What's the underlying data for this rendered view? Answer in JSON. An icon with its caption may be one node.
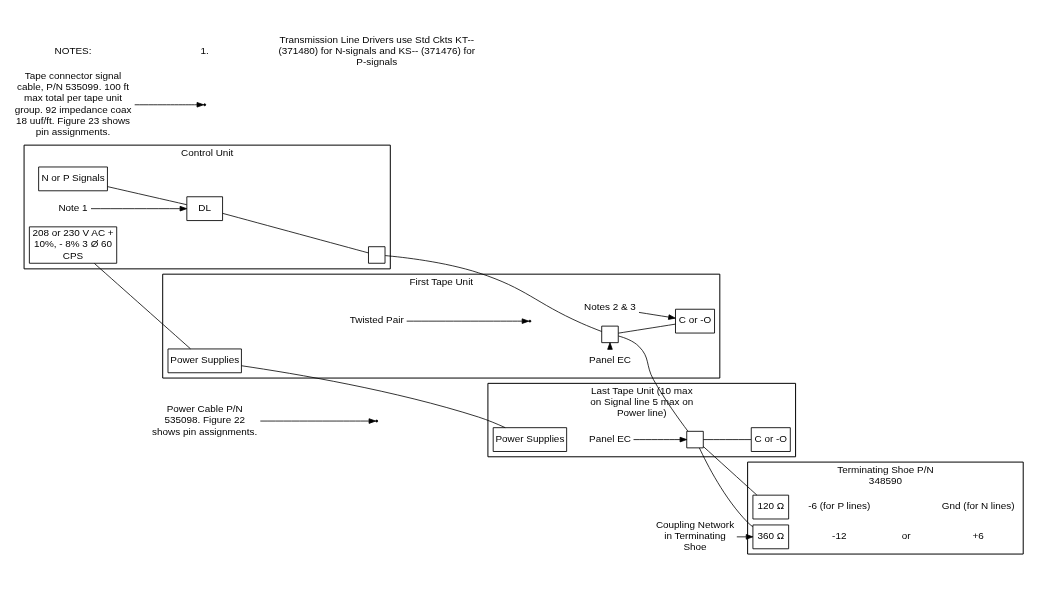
{
  "diagram": {
    "nodes": [
      {
        "text": [
          "Control Unit"
        ]
      },
      {
        "text": [
          "208 or 230 V AC + 10%, - 8% 3 Ø 60 CPS"
        ],
        "in": 0
      },
      {
        "text": [
          "N or P Signals"
        ],
        "in": 0
      },
      {
        "text": [
          "DL"
        ],
        "in": 0
      },
      {
        "text": [
          "Note 1"
        ],
        "in": 0
      },
      {
        "text": [],
        "shape": "box",
        "in": 0
      },
      {
        "text": [
          "First Tape Unit"
        ]
      },
      {
        "text": [
          "Power Supplies"
        ],
        "in": 6
      },
      {
        "text": [
          "Notes 2 & 3"
        ],
        "in": 6
      },
      {
        "text": [
          "C or -O"
        ],
        "in": 6
      },
      {
        "text": [
          "Twisted Pair"
        ],
        "in": 6
      },
      {
        "text": [],
        "shape": "box",
        "in": 6
      },
      {
        "text": [
          "Panel EC"
        ],
        "in": 6
      },
      {
        "text": [
          "Last Tape Unit (10 max on Signal line 5 max on Power line)"
        ]
      },
      {
        "text": [
          "Power Supplies"
        ],
        "in": 13
      },
      {
        "text": [
          "C or -O"
        ],
        "in": 13
      },
      {
        "text": [],
        "shape": "box",
        "in": 13
      },
      {
        "text": [
          "Panel EC"
        ],
        "in": 13
      },
      {
        "text": [
          "Power Cable P/N 535098. Figure 22 shows pin assignments."
        ]
      },
      {
        "text": [
          "Terminating Shoe P/N 348590"
        ]
      },
      {
        "text": [
          "360 Ω"
        ],
        "in": 19
      },
      {
        "text": [
          "120 Ω"
        ],
        "in": 19
      },
      {
        "text": [
          "Tape connector signal cable, P/N 535099. 100 ft max total per tape unit group. 92 impedance coax 18 uuf/ft. Figure 23 shows pin assignments."
        ]
      },
      {
        "text": [
          "Coupling Network in Terminating Shoe"
        ]
      }
    ],
    "edges": [
      {
        "from": 1,
        "to": 7,
        "arrow": "none"
      },
      {
        "from": 7,
        "to": 14,
        "arrow": "none"
      },
      {
        "from": 2,
        "to": 3,
        "arrow": "none"
      },
      {
        "from": 3,
        "to": 5,
        "arrow": "none"
      },
      {
        "from": 5,
        "to": 11,
        "arrow": "none"
      },
      {
        "from": 11,
        "to": 16,
        "arrow": "none"
      },
      {
        "from": 16,
        "to": 20,
        "arrow": "none"
      },
      {
        "from": 16,
        "to": 21,
        "arrow": "none"
      },
      {
        "from": 11,
        "to": 9,
        "arrow": "none"
      },
      {
        "from": 16,
        "to": 15,
        "arrow": "none"
      },
      {
        "from": 4,
        "to": 3,
        "arrow": "to"
      },
      {
        "from": 8,
        "to": 9,
        "arrow": "to"
      },
      {
        "from": 10,
        "to": null,
        "arrow": "to"
      },
      {
        "from": 12,
        "to": 11,
        "arrow": "to"
      },
      {
        "from": 17,
        "to": 16,
        "arrow": "to"
      },
      {
        "from": 18,
        "to": null,
        "arrow": "to"
      },
      {
        "from": 22,
        "to": null,
        "arrow": "to"
      },
      {
        "from": 23,
        "to": 20,
        "arrow": "to"
      }
    ],
    "labels": [
      "-12",
      "-6 (for P lines)",
      "or",
      "+6",
      "Gnd (for N lines)",
      "NOTES:",
      "1.",
      "Transmission Line Drivers use Std Ckts KT-- (371480) for N-signals and KS-- (371476) for P-signals"
    ]
  }
}
